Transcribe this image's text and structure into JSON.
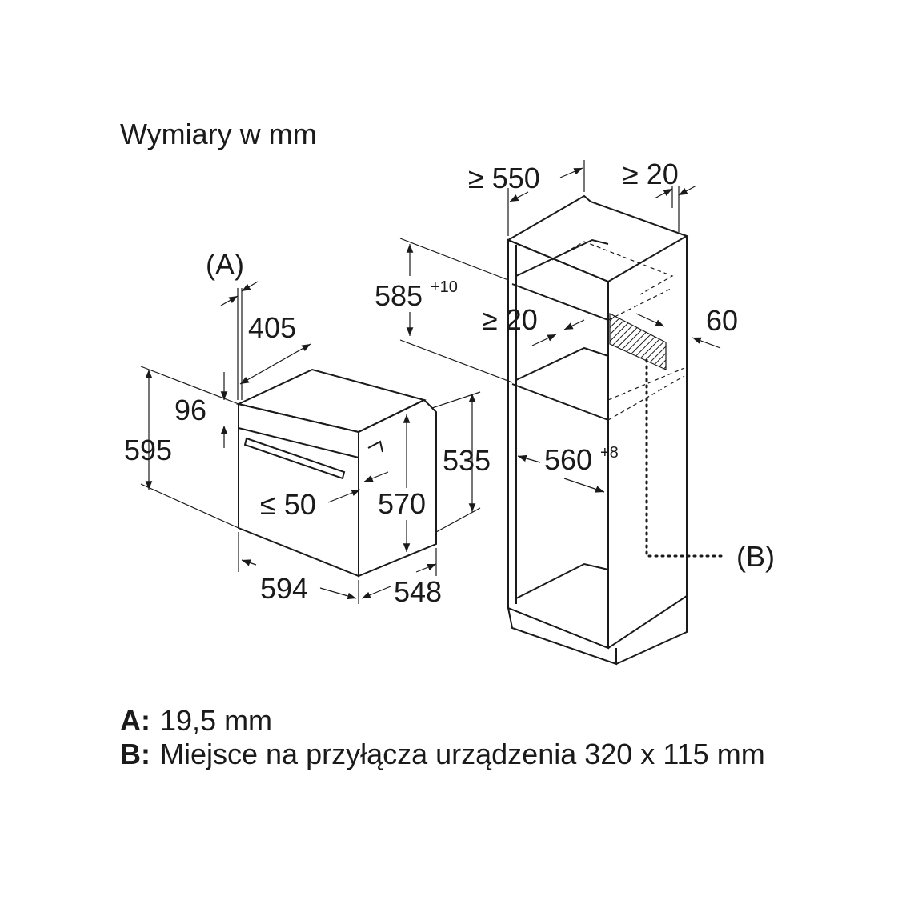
{
  "title": "Wymiary w mm",
  "oven": {
    "label_a": "(A)",
    "dims": {
      "gap": "405",
      "front_offset": "96",
      "height_total": "595",
      "handle": "≤ 50",
      "inner_height": "570",
      "body_height": "535",
      "width": "594",
      "depth": "548"
    }
  },
  "cabinet": {
    "dims": {
      "depth_min": "≥ 550",
      "back_gap": "≥ 20",
      "niche_height": "585",
      "niche_height_tol": "+10",
      "top_gap": "≥ 20",
      "strip": "60",
      "niche_width": "560",
      "niche_width_tol": "+8"
    },
    "label_b": "(B)"
  },
  "legend": [
    {
      "key": "A:",
      "text": "19,5 mm"
    },
    {
      "key": "B:",
      "text": "Miejsce na przyłącza urządzenia 320 x 115 mm"
    }
  ]
}
